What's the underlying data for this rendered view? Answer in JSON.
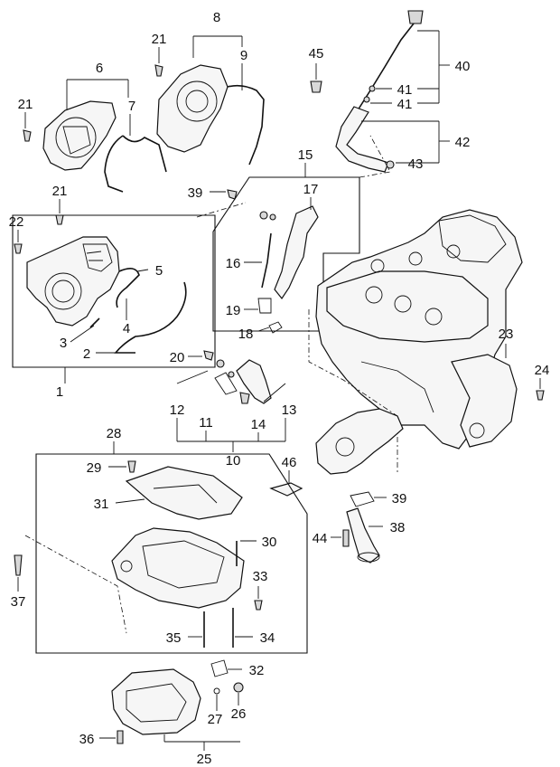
{
  "callouts": {
    "c1": "1",
    "c2": "2",
    "c3": "3",
    "c4": "4",
    "c5": "5",
    "c6": "6",
    "c7": "7",
    "c8": "8",
    "c9": "9",
    "c10": "10",
    "c11": "11",
    "c12": "12",
    "c13": "13",
    "c14": "14",
    "c15": "15",
    "c16": "16",
    "c17": "17",
    "c18": "18",
    "c19": "19",
    "c20": "20",
    "c21a": "21",
    "c21b": "21",
    "c21c": "21",
    "c22": "22",
    "c23": "23",
    "c24": "24",
    "c25": "25",
    "c26": "26",
    "c27": "27",
    "c28": "28",
    "c29": "29",
    "c30": "30",
    "c31": "31",
    "c32": "32",
    "c33": "33",
    "c34": "34",
    "c35": "35",
    "c36": "36",
    "c37": "37",
    "c38": "38",
    "c39a": "39",
    "c39b": "39",
    "c40": "40",
    "c41a": "41",
    "c41b": "41",
    "c42": "42",
    "c43": "43",
    "c44": "44",
    "c45": "45",
    "c46": "46"
  }
}
